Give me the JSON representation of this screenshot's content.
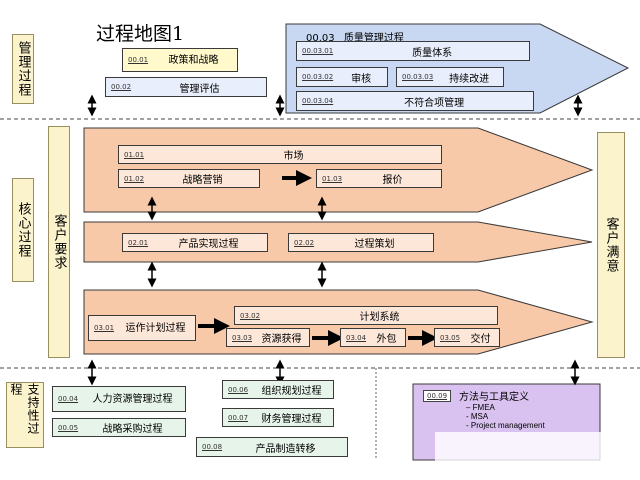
{
  "title": "过程地图1",
  "side_labels": {
    "management": "管理过程",
    "core": "核心过程",
    "support": "支持性过程",
    "customer_req": "客户要求",
    "customer_sat": "客户满意"
  },
  "management": {
    "box_0001": {
      "code": "00.01",
      "label": "政策和战略"
    },
    "box_0002": {
      "code": "00.02",
      "label": "管理评估"
    },
    "quality": {
      "header_code": "00.03",
      "header_label": "质量管理过程",
      "b1": {
        "code": "00.03.01",
        "label": "质量体系"
      },
      "b2": {
        "code": "00.03.02",
        "label": "审核"
      },
      "b3": {
        "code": "00.03.03",
        "label": "持续改进"
      },
      "b4": {
        "code": "00.03.04",
        "label": "不符合项管理"
      }
    }
  },
  "core": {
    "row1": {
      "b0101": {
        "code": "01.01",
        "label": "市场"
      },
      "b0102": {
        "code": "01.02",
        "label": "战略营销"
      },
      "b0103": {
        "code": "01.03",
        "label": "报价"
      }
    },
    "row2": {
      "b0201": {
        "code": "02.01",
        "label": "产品实现过程"
      },
      "b0202": {
        "code": "02.02",
        "label": "过程策划"
      }
    },
    "row3": {
      "b0301": {
        "code": "03.01",
        "label": "运作计划过程"
      },
      "b0302": {
        "code": "03.02",
        "label": "计划系统"
      },
      "b0303": {
        "code": "03.03",
        "label": "资源获得"
      },
      "b0304": {
        "code": "03.04",
        "label": "外包"
      },
      "b0305": {
        "code": "03.05",
        "label": "交付"
      }
    }
  },
  "support": {
    "b04": {
      "code": "00.04",
      "label": "人力资源管理过程"
    },
    "b05": {
      "code": "00.05",
      "label": "战略采购过程"
    },
    "b06": {
      "code": "00.06",
      "label": "组织规划过程"
    },
    "b07": {
      "code": "00.07",
      "label": "财务管理过程"
    },
    "b08": {
      "code": "00.08",
      "label": "产品制造转移"
    },
    "b09": {
      "code": "00.09",
      "label": "方法与工具定义",
      "items": [
        "FMEA",
        "MSA",
        "Project management"
      ]
    }
  },
  "colors": {
    "label_yellow": "#fbf3cc",
    "core_salmon": "#f8c9a8",
    "quality_blue": "#c9d8f2",
    "support_purple": "#d9c2f0"
  }
}
